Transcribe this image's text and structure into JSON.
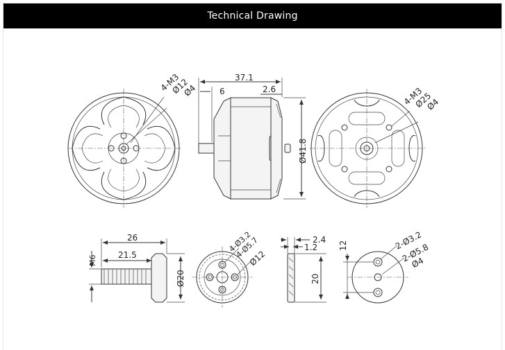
{
  "header": {
    "title": "Technical Drawing"
  },
  "colors": {
    "header_bg": "#000000",
    "header_text": "#ffffff",
    "line": "#333333",
    "part_fill": "#f4f4f4"
  },
  "dims": {
    "motor_front": {
      "holes": "4-M3",
      "d1": "Ø12",
      "d2": "Ø4"
    },
    "motor_side": {
      "length": "37.1",
      "shaft": "6",
      "gap": "2.6",
      "diameter": "Ø41.8"
    },
    "motor_back": {
      "holes": "4-M3",
      "d1": "Ø25",
      "d2": "Ø4"
    },
    "prop_shaft": {
      "length": "26",
      "inner": "21.5",
      "thread": "M6",
      "diameter": "Ø20"
    },
    "prop_adapter_front": {
      "h1": "4-Ø3.2",
      "h2": "4-Ø5.7",
      "d": "Ø12"
    },
    "prop_adapter_side": {
      "t1": "2.4",
      "t2": "1.2",
      "h": "20"
    },
    "mount": {
      "pitch": "12",
      "h1": "2-Ø3.2",
      "h2": "2-Ø5.8",
      "d": "Ø4"
    }
  }
}
